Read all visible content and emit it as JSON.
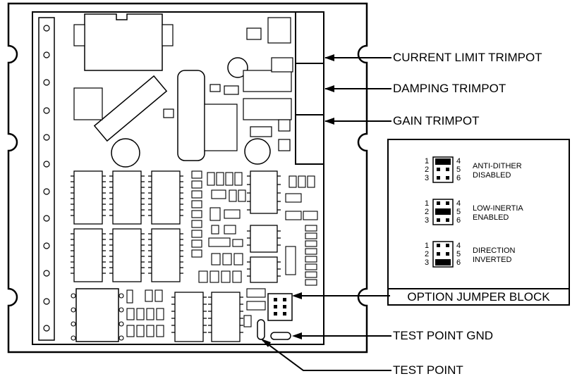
{
  "callouts": {
    "current_limit": "CURRENT LIMIT TRIMPOT",
    "damping": "DAMPING TRIMPOT",
    "gain": "GAIN TRIMPOT",
    "test_point_gnd": "TEST POINT GND",
    "test_point": "TEST POINT"
  },
  "jumper_legend": {
    "title": "OPTION JUMPER BLOCK",
    "pin_numbers": [
      "1",
      "2",
      "3",
      "4",
      "5",
      "6"
    ],
    "options": [
      {
        "line1": "ANTI-DITHER",
        "line2": "DISABLED",
        "shorted_row": 1
      },
      {
        "line1": "LOW-INERTIA",
        "line2": "ENABLED",
        "shorted_row": 2
      },
      {
        "line1": "DIRECTION",
        "line2": "INVERTED",
        "shorted_row": 3
      }
    ]
  }
}
